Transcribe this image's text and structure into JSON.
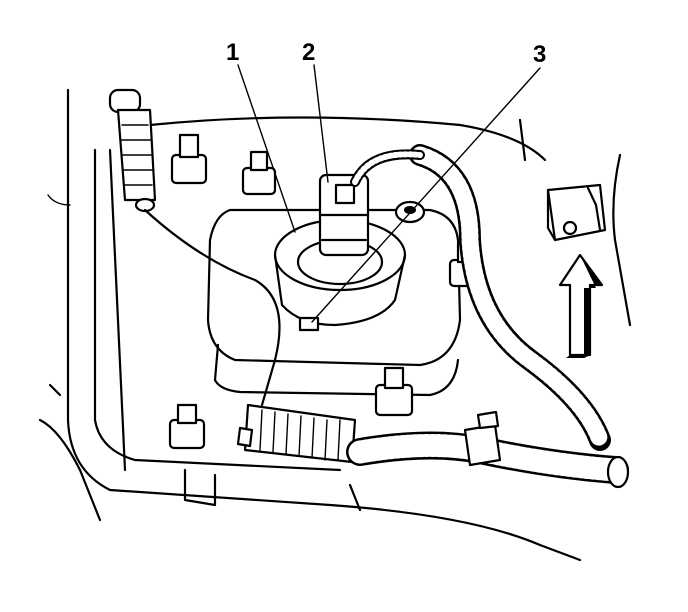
{
  "callouts": {
    "c1": "1",
    "c2": "2",
    "c3": "3"
  },
  "icons": {
    "direction": "up-arrow-icon"
  },
  "colors": {
    "line": "#000000",
    "background": "#ffffff"
  }
}
